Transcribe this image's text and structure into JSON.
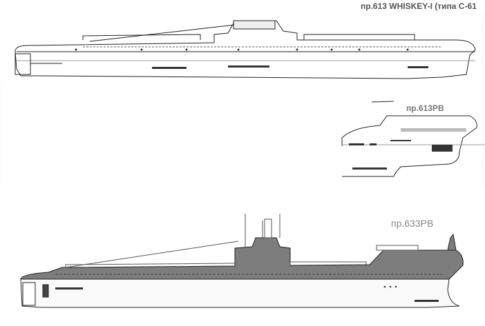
{
  "labels": {
    "top": "пр.613 WHISKEY-I (типа С-61",
    "middle": "пр.613РВ",
    "bottom": "пр.633РВ"
  },
  "colors": {
    "hull_grey": "#7d7d7d",
    "line": "#222222",
    "label": "#666666"
  }
}
